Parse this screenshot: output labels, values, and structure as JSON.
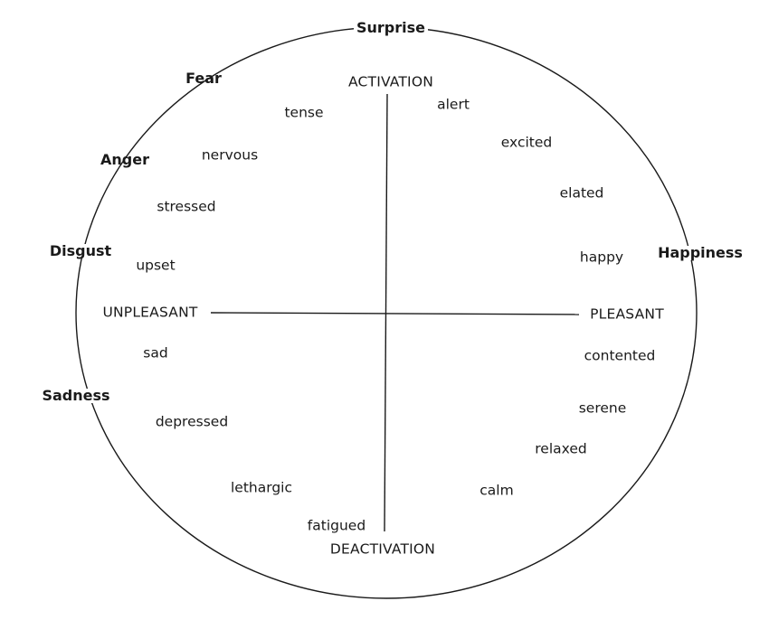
{
  "axes": {
    "top": "ACTIVATION",
    "bottom": "DEACTIVATION",
    "left": "UNPLEASANT",
    "right": "PLEASANT"
  },
  "emotions": {
    "surprise": "Surprise",
    "fear": "Fear",
    "anger": "Anger",
    "disgust": "Disgust",
    "sadness": "Sadness",
    "happiness": "Happiness"
  },
  "words": {
    "alert": "alert",
    "excited": "excited",
    "elated": "elated",
    "happy": "happy",
    "contented": "contented",
    "serene": "serene",
    "relaxed": "relaxed",
    "calm": "calm",
    "fatigued": "fatigued",
    "lethargic": "lethargic",
    "depressed": "depressed",
    "sad": "sad",
    "upset": "upset",
    "stressed": "stressed",
    "nervous": "nervous",
    "tense": "tense"
  },
  "colors": {
    "line": "#1a1a1a",
    "text": "#1a1a1a",
    "background": "#ffffff"
  }
}
